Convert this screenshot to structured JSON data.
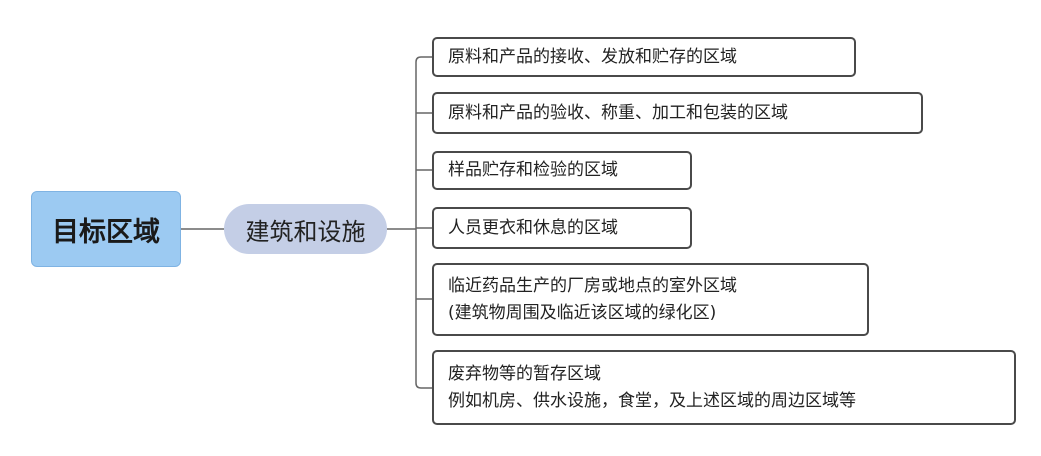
{
  "mindmap": {
    "root": "目标区域",
    "main_topic": "建筑和设施",
    "subtopics": [
      {
        "lines": [
          "原料和产品的接收、发放和贮存的区域"
        ]
      },
      {
        "lines": [
          "原料和产品的验收、称重、加工和包装的区域"
        ]
      },
      {
        "lines": [
          "样品贮存和检验的区域"
        ]
      },
      {
        "lines": [
          "人员更衣和休息的区域"
        ]
      },
      {
        "lines": [
          " 临近药品生产的厂房或地点的室外区域",
          " (建筑物周围及临近该区域的绿化区)"
        ]
      },
      {
        "lines": [
          "废弃物等的暂存区域",
          "例如机房、供水设施，食堂，及上述区域的周边区域等"
        ]
      }
    ]
  },
  "colors": {
    "root_fill": "#9ccaf2",
    "main_fill": "#c4cee6",
    "leaf_border": "#4a4a4a",
    "connector": "#666666"
  }
}
